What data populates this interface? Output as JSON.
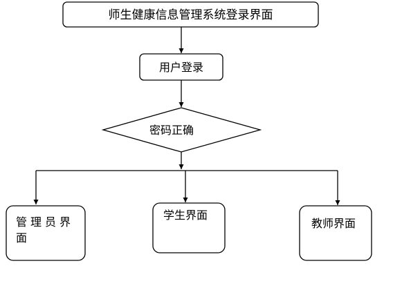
{
  "nodes": {
    "title_box": {
      "label": "师生健康信息管理系统登录界面"
    },
    "login_box": {
      "label": "用户登录"
    },
    "decision": {
      "label": "密码正确"
    },
    "admin_box": {
      "label_line1": "管理员界",
      "label_line2": "面"
    },
    "student_box": {
      "label": "学生界面"
    },
    "teacher_box": {
      "label": "教师界面"
    }
  },
  "colors": {
    "stroke": "#000000",
    "fill": "#ffffff",
    "text": "#000000"
  }
}
